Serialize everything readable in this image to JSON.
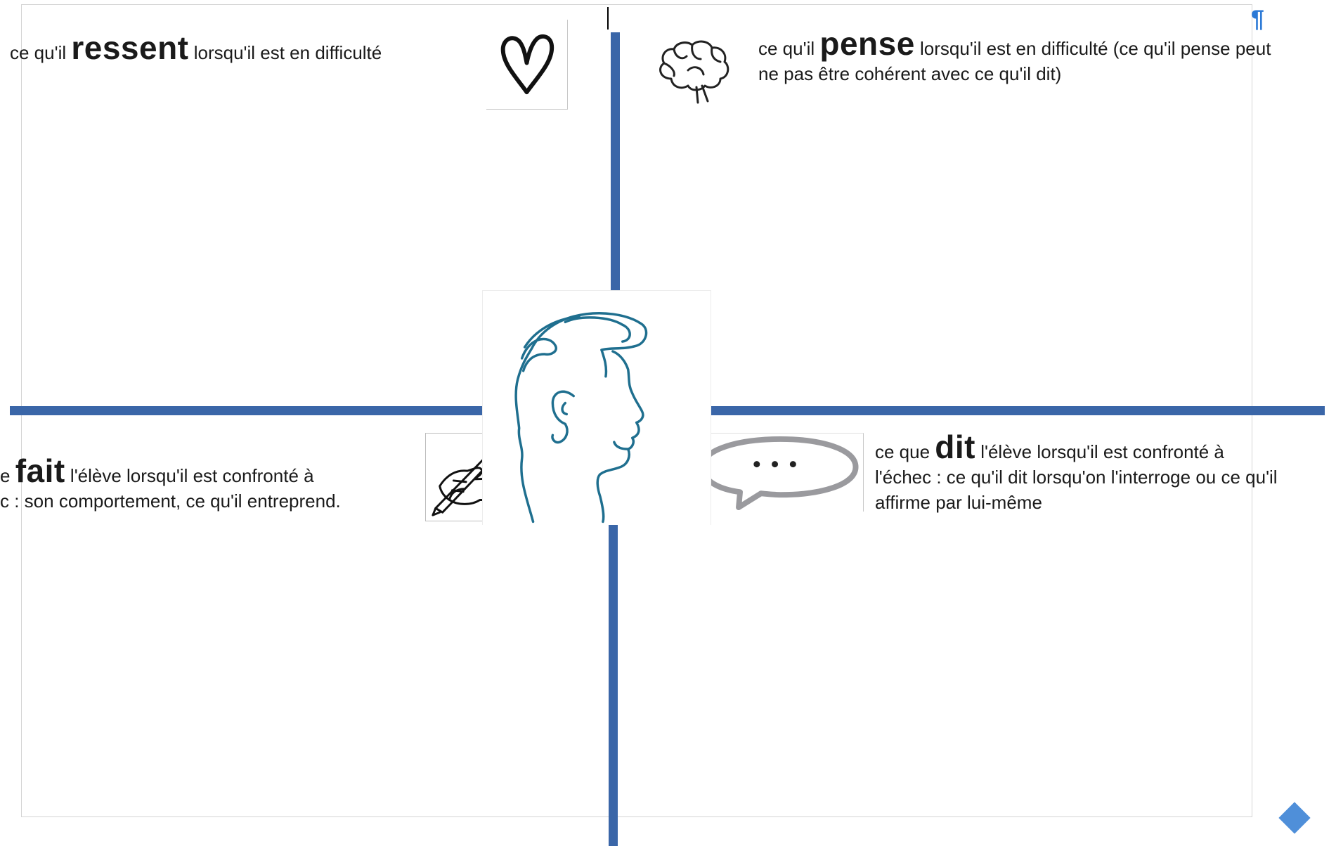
{
  "document": {
    "pilcrow_mark": "¶",
    "quadrants": {
      "ressent": {
        "prefix": "ce qu'il ",
        "keyword": "ressent",
        "suffix": " lorsqu'il est en difficulté"
      },
      "pense": {
        "prefix": "ce qu'il ",
        "keyword": "pense",
        "suffix": " lorsqu'il est en difficulté (ce qu'il pense peut",
        "line2": "ne pas être cohérent avec ce qu'il dit)"
      },
      "fait": {
        "prefix": "e ",
        "keyword": "fait",
        "suffix": " l'élève lorsqu'il est confronté à",
        "line2": "c : son comportement, ce qu'il entreprend."
      },
      "dit": {
        "prefix": "ce que ",
        "keyword": "dit",
        "suffix": " l'élève lorsqu'il est confronté à",
        "line2": "l'échec :  ce qu'il dit lorsqu'on l'interroge ou ce qu'il",
        "line3": "affirme par lui-même"
      }
    },
    "icons": {
      "heart": "heart-icon",
      "brain": "brain-icon",
      "hand": "hand-writing-icon",
      "bubble": "speech-bubble-icon",
      "head": "head-profile-icon",
      "anchor": "diamond-anchor-icon"
    },
    "colors": {
      "axis": "#3a66a8",
      "head_stroke": "#1f6f8f",
      "bubble_stroke": "#9a9a9e",
      "pilcrow": "#2b79d6"
    }
  }
}
